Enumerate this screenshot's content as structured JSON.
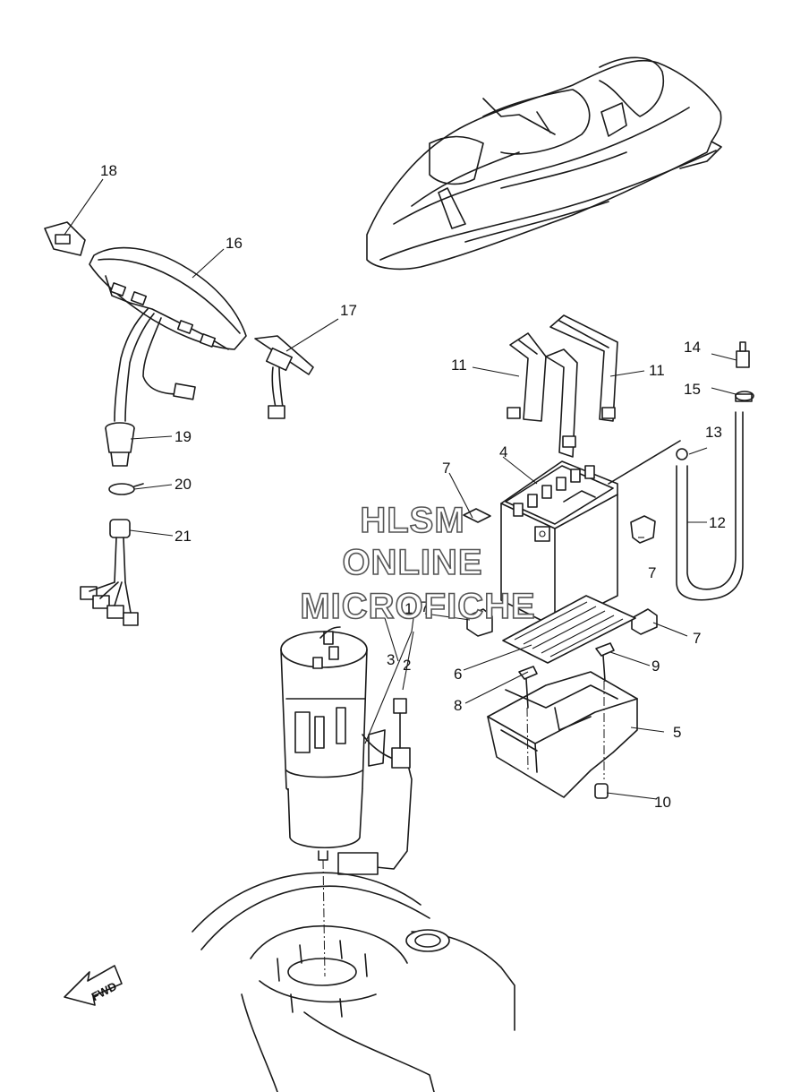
{
  "watermark": {
    "line1": "HLSM",
    "line2": "ONLINE",
    "line3": "MICROFICHE"
  },
  "direction_label": "FWD",
  "callouts": [
    "1",
    "2",
    "3",
    "4",
    "5",
    "6",
    "7",
    "7",
    "7",
    "7",
    "8",
    "9",
    "10",
    "11",
    "11",
    "12",
    "13",
    "14",
    "15",
    "16",
    "17",
    "18",
    "19",
    "20",
    "21"
  ]
}
